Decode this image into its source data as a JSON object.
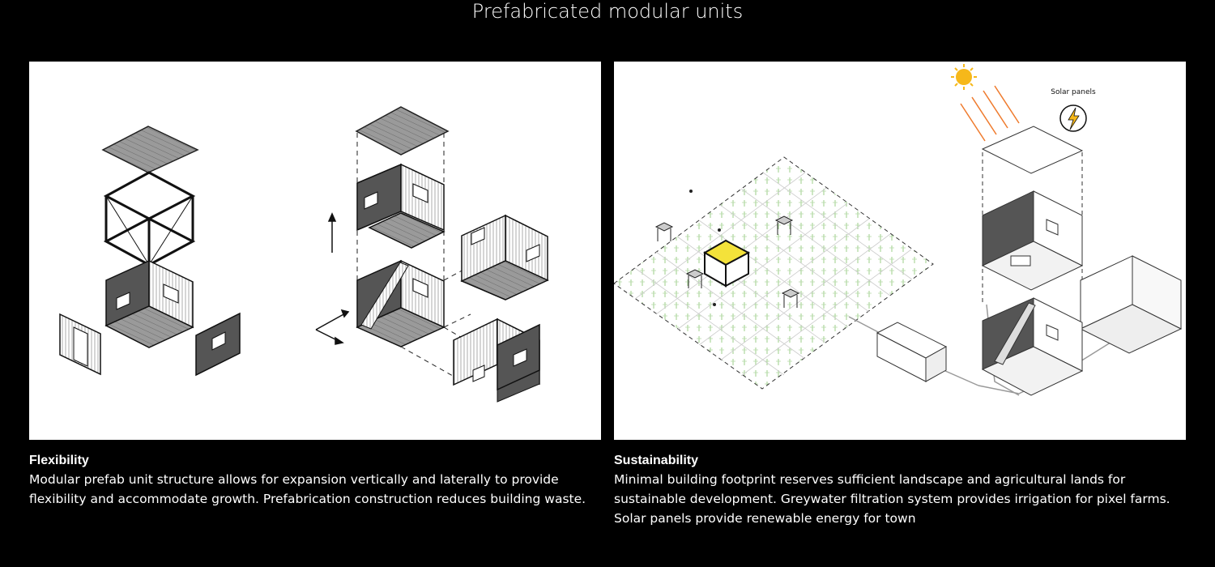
{
  "page": {
    "title": "Prefabricated modular units"
  },
  "left_panel": {
    "heading": "Flexibility",
    "body": "Modular prefab unit structure allows for expansion vertically and laterally to provide flexibility and accommodate growth. Prefabrication construction reduces building waste."
  },
  "right_panel": {
    "heading": "Sustainability",
    "body": "Minimal building footprint reserves sufficient landscape and agricultural lands for sustainable development. Greywater filtration system provides irrigation for pixel farms. Solar panels provide renewable energy for town",
    "solar_label": "Solar panels"
  },
  "colors": {
    "background": "#000000",
    "panel": "#ffffff",
    "sun": "#f6b81a",
    "sun_rays": "#ef7a2c",
    "highlight_unit": "#f4e23a",
    "crops": "#9ccf8a"
  }
}
